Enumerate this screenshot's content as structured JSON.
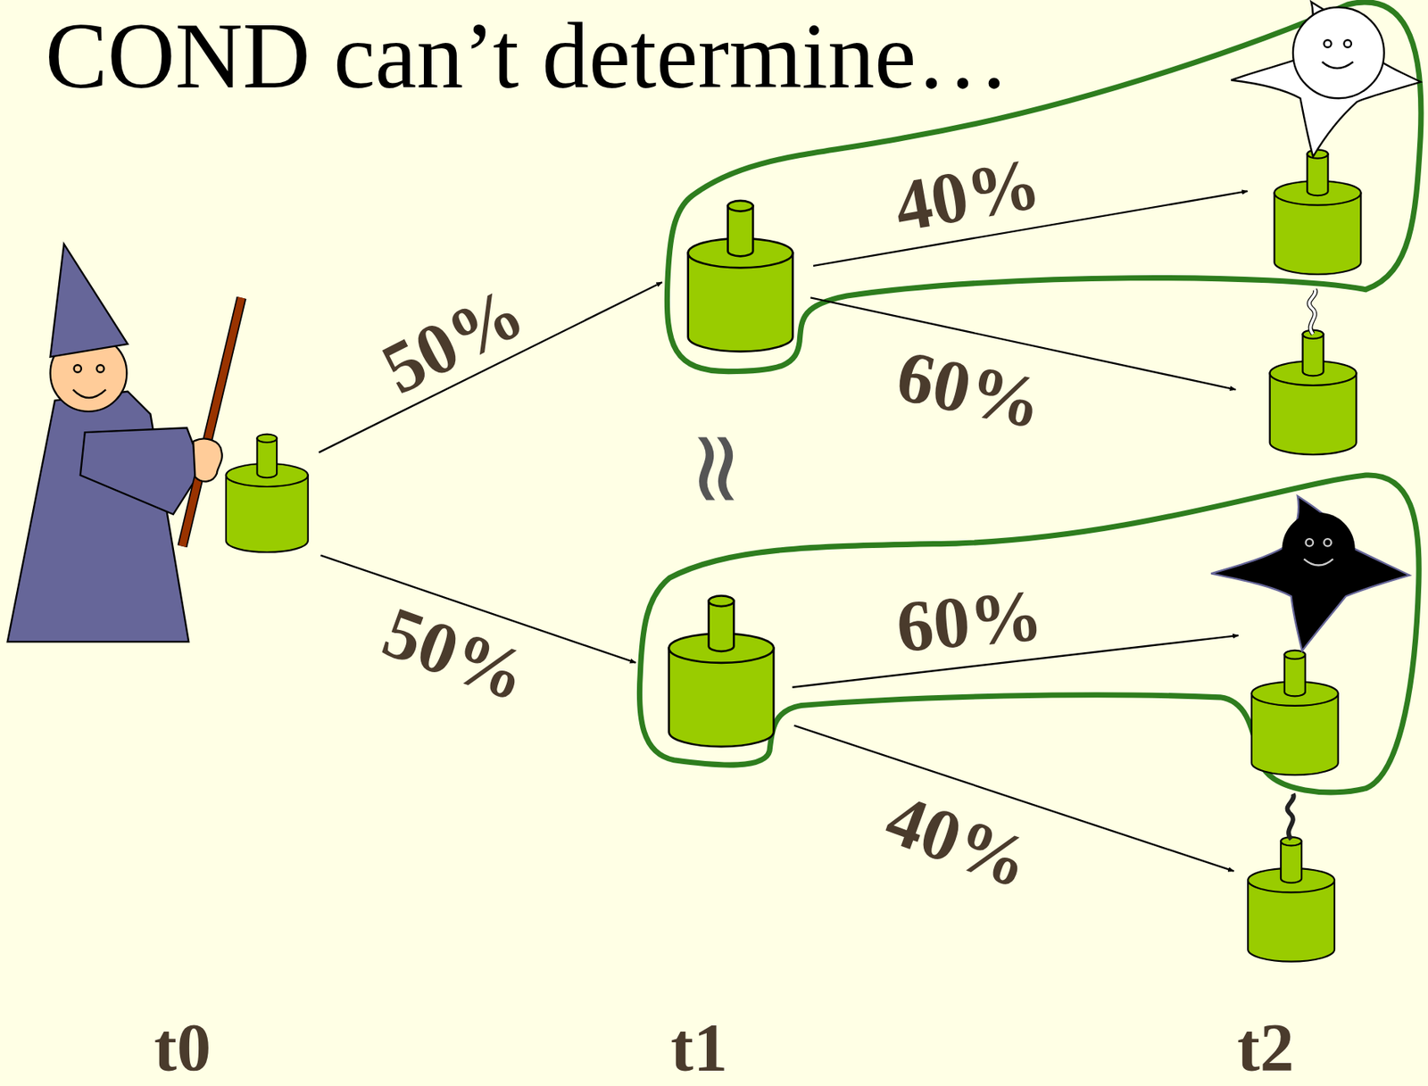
{
  "diagram": {
    "title": "COND can’t determine…",
    "labels": [
      "50%",
      "40%",
      "60%",
      "≈",
      "50%",
      "60%",
      "40%",
      "t0",
      "t1",
      "t2"
    ]
  }
}
